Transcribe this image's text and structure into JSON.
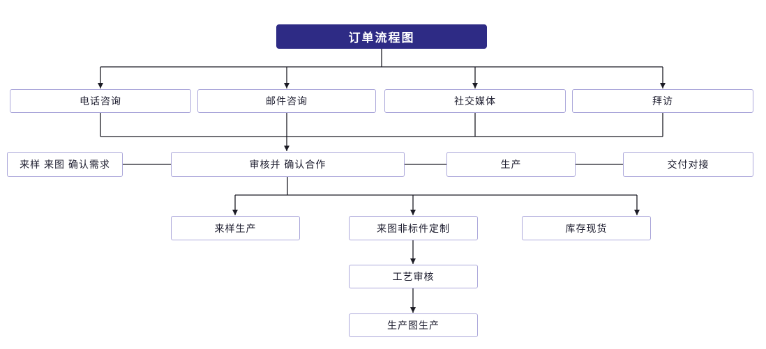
{
  "diagram": {
    "title": "订单流程图",
    "nodes": {
      "phone": {
        "label": "电话咨询"
      },
      "email": {
        "label": "邮件咨询"
      },
      "social": {
        "label": "社交媒体"
      },
      "visit": {
        "label": "拜访"
      },
      "need": {
        "label": "来样 来图 确认需求"
      },
      "review": {
        "label": "审核并 确认合作"
      },
      "produce": {
        "label": "生产"
      },
      "deliver": {
        "label": "交付对接"
      },
      "sample": {
        "label": "来样生产"
      },
      "custom": {
        "label": "来图非标件定制"
      },
      "stock": {
        "label": "库存现货"
      },
      "process": {
        "label": "工艺审核"
      },
      "drawing": {
        "label": "生产图生产"
      }
    },
    "edges": [
      {
        "from": "title",
        "to": "phone",
        "arrow": true
      },
      {
        "from": "title",
        "to": "email",
        "arrow": true
      },
      {
        "from": "title",
        "to": "social",
        "arrow": true
      },
      {
        "from": "title",
        "to": "visit",
        "arrow": true
      },
      {
        "from": "phone",
        "to": "review",
        "arrow": true
      },
      {
        "from": "email",
        "to": "review",
        "arrow": true
      },
      {
        "from": "social",
        "to": "review",
        "arrow": true
      },
      {
        "from": "visit",
        "to": "review",
        "arrow": true
      },
      {
        "from": "need",
        "to": "review",
        "arrow": false
      },
      {
        "from": "review",
        "to": "produce",
        "arrow": false
      },
      {
        "from": "produce",
        "to": "deliver",
        "arrow": false
      },
      {
        "from": "review",
        "to": "sample",
        "arrow": true
      },
      {
        "from": "review",
        "to": "custom",
        "arrow": true
      },
      {
        "from": "review",
        "to": "stock",
        "arrow": true
      },
      {
        "from": "custom",
        "to": "process",
        "arrow": true
      },
      {
        "from": "process",
        "to": "drawing",
        "arrow": true
      }
    ],
    "colors": {
      "title_bg": "#2e2b85",
      "title_text": "#ffffff",
      "node_border": "#aba7da",
      "node_bg": "#ffffff",
      "node_text": "#1c1c2e",
      "line": "#1b1b24"
    }
  }
}
